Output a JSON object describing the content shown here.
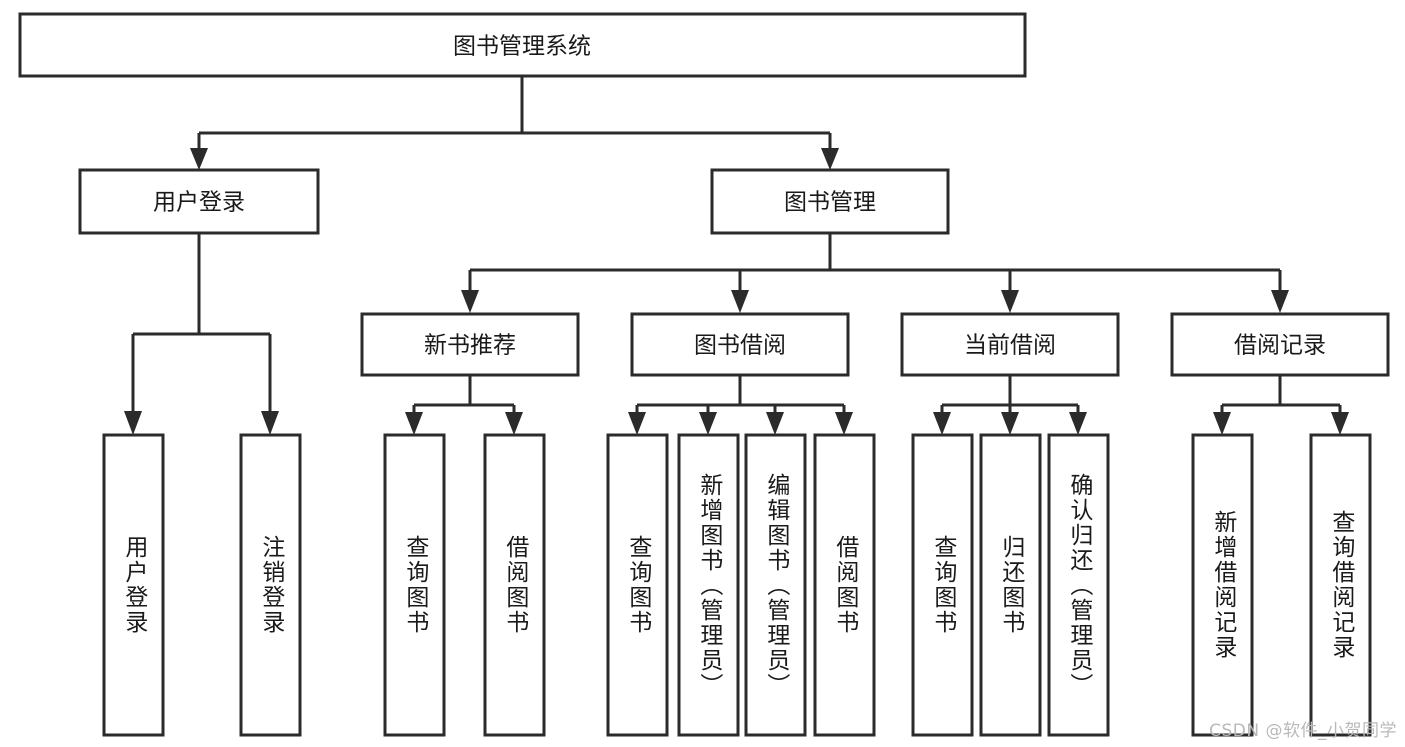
{
  "diagram": {
    "type": "tree-hierarchy",
    "title": "图书管理系统",
    "orientation": "top-down",
    "watermark": "CSDN @软件_小贺同学",
    "colors": {
      "box_stroke": "#2b2b2b",
      "box_fill": "#ffffff",
      "connector": "#2b2b2b",
      "text": "#1a1a1a",
      "watermark": "#b9b9b9",
      "background": "#ffffff"
    },
    "root": {
      "id": "root",
      "label": "图书管理系统",
      "orientation": "horizontal"
    },
    "level2": [
      {
        "id": "user-login",
        "label": "用户登录",
        "orientation": "horizontal"
      },
      {
        "id": "book-manage",
        "label": "图书管理",
        "orientation": "horizontal"
      }
    ],
    "level3": [
      {
        "id": "new-book-recommend",
        "label": "新书推荐",
        "orientation": "horizontal",
        "parent": "book-manage"
      },
      {
        "id": "book-borrow",
        "label": "图书借阅",
        "orientation": "horizontal",
        "parent": "book-manage"
      },
      {
        "id": "current-borrow",
        "label": "当前借阅",
        "orientation": "horizontal",
        "parent": "book-manage"
      },
      {
        "id": "borrow-record",
        "label": "借阅记录",
        "orientation": "horizontal",
        "parent": "book-manage"
      }
    ],
    "leaves": [
      {
        "id": "leaf-user-login",
        "label": "用户登录",
        "orientation": "vertical",
        "parent": "user-login"
      },
      {
        "id": "leaf-user-logout",
        "label": "注销登录",
        "orientation": "vertical",
        "parent": "user-login"
      },
      {
        "id": "leaf-query-book-1",
        "label": "查询图书",
        "orientation": "vertical",
        "parent": "new-book-recommend"
      },
      {
        "id": "leaf-borrow-book-1",
        "label": "借阅图书",
        "orientation": "vertical",
        "parent": "new-book-recommend"
      },
      {
        "id": "leaf-query-book-2",
        "label": "查询图书",
        "orientation": "vertical",
        "parent": "book-borrow"
      },
      {
        "id": "leaf-add-book",
        "label": "新增图书（管理员）",
        "orientation": "vertical",
        "parent": "book-borrow"
      },
      {
        "id": "leaf-edit-book",
        "label": "编辑图书（管理员）",
        "orientation": "vertical",
        "parent": "book-borrow"
      },
      {
        "id": "leaf-borrow-book-2",
        "label": "借阅图书",
        "orientation": "vertical",
        "parent": "book-borrow"
      },
      {
        "id": "leaf-query-book-3",
        "label": "查询图书",
        "orientation": "vertical",
        "parent": "current-borrow"
      },
      {
        "id": "leaf-return-book",
        "label": "归还图书",
        "orientation": "vertical",
        "parent": "current-borrow"
      },
      {
        "id": "leaf-confirm-return",
        "label": "确认归还（管理员）",
        "orientation": "vertical",
        "parent": "current-borrow"
      },
      {
        "id": "leaf-add-record",
        "label": "新增借阅记录",
        "orientation": "vertical",
        "parent": "borrow-record"
      },
      {
        "id": "leaf-query-record",
        "label": "查询借阅记录",
        "orientation": "vertical",
        "parent": "borrow-record"
      }
    ]
  }
}
